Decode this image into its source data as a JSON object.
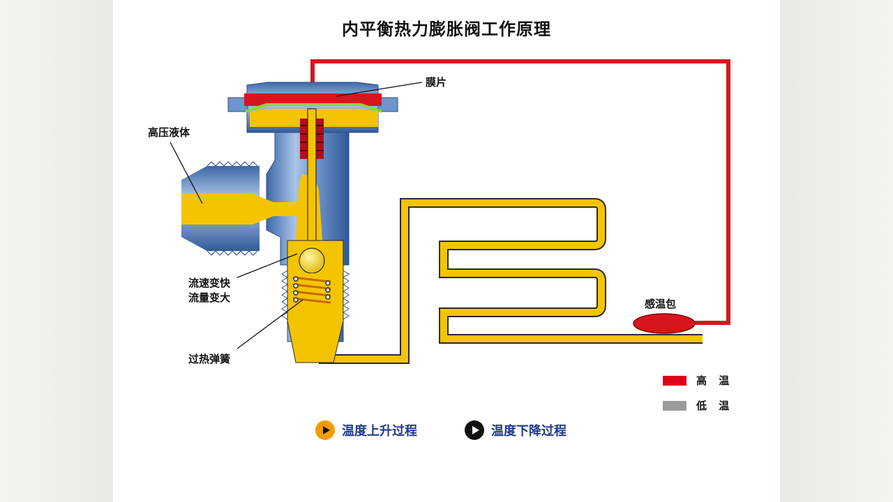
{
  "title": "内平衡热力膨胀阀工作原理",
  "labels": {
    "diaphragm": "膜片",
    "high_pressure_liquid": "高压液体",
    "flow_line1": "流速变快",
    "flow_line2": "流量变大",
    "superheat_spring": "过热弹簧",
    "sensing_bulb": "感温包"
  },
  "legend": [
    {
      "text": "高 温",
      "color": "#e00018"
    },
    {
      "text": "低 温",
      "color": "#9a9a9a"
    }
  ],
  "controls": [
    {
      "label": "温度上升过程",
      "icon": "play-icon",
      "color": "#f39c00"
    },
    {
      "label": "温度下降过程",
      "icon": "play-icon",
      "color": "#111111"
    }
  ],
  "colors": {
    "liquid": "#f5c400",
    "hot": "#d8141f",
    "steel": "#5c86c0",
    "diaphragm_line": "#8fd43a"
  }
}
